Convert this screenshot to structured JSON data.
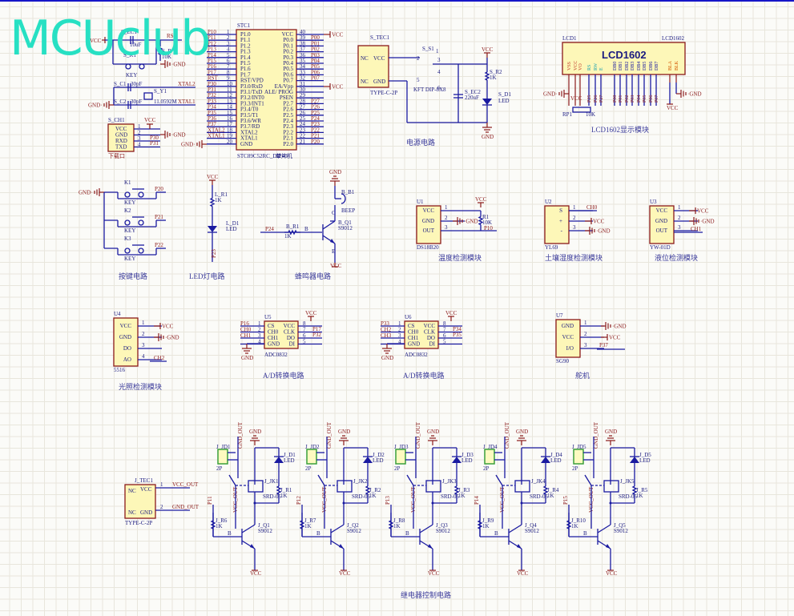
{
  "watermark": "MCUclub",
  "colors": {
    "wire": "#1a1aa0",
    "pin": "#8b1a1a",
    "component_fill": "#fdf7b8",
    "watermark": "#27e0c3"
  },
  "mcu": {
    "designator": "STC1",
    "part": "STC89C52RC_DIP40",
    "desc": "单片机",
    "left_pins": [
      {
        "num": "1",
        "name": "P1.0",
        "net": "P10"
      },
      {
        "num": "2",
        "name": "P1.1",
        "net": "P11"
      },
      {
        "num": "3",
        "name": "P1.2",
        "net": "P12"
      },
      {
        "num": "4",
        "name": "P1.3",
        "net": "P13"
      },
      {
        "num": "5",
        "name": "P1.4",
        "net": "P14"
      },
      {
        "num": "6",
        "name": "P1.5",
        "net": "P15"
      },
      {
        "num": "7",
        "name": "P1.6",
        "net": "P16"
      },
      {
        "num": "8",
        "name": "P1.7",
        "net": "P17"
      },
      {
        "num": "9",
        "name": "RST/VPD",
        "net": "RST"
      },
      {
        "num": "10",
        "name": "P3.0/RxD",
        "net": "P30"
      },
      {
        "num": "11",
        "name": "P3.1/TxD",
        "net": "P31"
      },
      {
        "num": "12",
        "name": "P3.2/INT0",
        "net": "P32"
      },
      {
        "num": "13",
        "name": "P3.3/INT1",
        "net": "P33"
      },
      {
        "num": "14",
        "name": "P3.4/T0",
        "net": "P34"
      },
      {
        "num": "15",
        "name": "P3.5/T1",
        "net": "P35"
      },
      {
        "num": "16",
        "name": "P3.6/WR",
        "net": "P36"
      },
      {
        "num": "17",
        "name": "P3.7/RD",
        "net": "P37"
      },
      {
        "num": "18",
        "name": "XTAL2",
        "net": "XTAL2"
      },
      {
        "num": "19",
        "name": "XTAL1",
        "net": "XTAL1"
      },
      {
        "num": "20",
        "name": "GND",
        "net": ""
      }
    ],
    "right_pins": [
      {
        "num": "40",
        "name": "VCC",
        "net": "VCC"
      },
      {
        "num": "39",
        "name": "P0.0",
        "net": "P00"
      },
      {
        "num": "38",
        "name": "P0.1",
        "net": "P01"
      },
      {
        "num": "37",
        "name": "P0.2",
        "net": "P02"
      },
      {
        "num": "36",
        "name": "P0.3",
        "net": "P03"
      },
      {
        "num": "35",
        "name": "P0.4",
        "net": "P04"
      },
      {
        "num": "34",
        "name": "P0.5",
        "net": "P05"
      },
      {
        "num": "33",
        "name": "P0.6",
        "net": "P06"
      },
      {
        "num": "32",
        "name": "P0.7",
        "net": "P07"
      },
      {
        "num": "31",
        "name": "EA/Vpp",
        "net": "VCC"
      },
      {
        "num": "30",
        "name": "ALE/ PROG",
        "net": ""
      },
      {
        "num": "29",
        "name": "PSEN",
        "net": ""
      },
      {
        "num": "28",
        "name": "P2.7",
        "net": "P27"
      },
      {
        "num": "27",
        "name": "P2.6",
        "net": "P26"
      },
      {
        "num": "26",
        "name": "P2.5",
        "net": "P25"
      },
      {
        "num": "25",
        "name": "P2.4",
        "net": "P24"
      },
      {
        "num": "24",
        "name": "P2.3",
        "net": "P23"
      },
      {
        "num": "23",
        "name": "P2.2",
        "net": "P22"
      },
      {
        "num": "22",
        "name": "P2.1",
        "net": "P21"
      },
      {
        "num": "21",
        "name": "P2.0",
        "net": "P20"
      }
    ]
  },
  "reset": {
    "vcc": "VCC",
    "cap": "S_EC1",
    "cap_val": "10uF",
    "key": "S_K1",
    "key_type": "KEY",
    "res": "S_R",
    "res_val": "10K",
    "net": "RST",
    "gnd": "GND"
  },
  "crystal": {
    "c1": "S_C1",
    "c1_val": "30pF",
    "c2": "S_C2",
    "c2_val": "30pF",
    "y": "S_Y1",
    "y_val": "11.0592M",
    "xtal2": "XTAL2",
    "xtal1": "XTAL1",
    "gnd": "GND"
  },
  "download": {
    "designator": "S_CH1",
    "label": "下载口",
    "pins": [
      "VCC",
      "GND",
      "RXD",
      "TXD"
    ],
    "nums": [
      "1",
      "2",
      "3",
      "4"
    ],
    "vcc": "VCC",
    "gnd": "GND",
    "p30": "P30",
    "p31": "P31"
  },
  "power": {
    "title": "电源电路",
    "usb": "S_TEC1",
    "usb_type": "TYPE-C-2P",
    "usb_pins": [
      "VCC",
      "GND"
    ],
    "nc": "NC",
    "switch": "S_S1",
    "switch_type": "KFT DIP-8X8",
    "switch_nums": [
      "1",
      "2",
      "3",
      "4",
      "5",
      "6"
    ],
    "cap": "S_EC2",
    "cap_val": "220uF",
    "res": "S_R2",
    "res_val": "1K",
    "led": "S_D1",
    "led_type": "LED",
    "vcc": "VCC",
    "gnd": "GND"
  },
  "lcd": {
    "designator": "LCD1",
    "part": "LCD1602",
    "title_in_box": "LCD1602",
    "title": "LCD1602显示模块",
    "pins": [
      "VSS",
      "VCC",
      "VO",
      "RS",
      "RW",
      "E",
      "DB0",
      "DB1",
      "DB2",
      "DB3",
      "DB4",
      "DB5",
      "DB6",
      "DB7",
      "BLA",
      "BLK"
    ],
    "nets": [
      "P25",
      "P26",
      "P27",
      "P00",
      "P01",
      "P02",
      "P03",
      "P04",
      "P05",
      "P06",
      "P07"
    ],
    "pot": "RP1",
    "pot_val": "10K",
    "gnd": "GND",
    "vcc": "VCC"
  },
  "keys": {
    "title": "按键电路",
    "gnd": "GND",
    "items": [
      {
        "name": "K1",
        "type": "KEY",
        "net": "P20"
      },
      {
        "name": "K2",
        "type": "KEY",
        "net": "P21"
      },
      {
        "name": "K3",
        "type": "KEY",
        "net": "P22"
      }
    ]
  },
  "led_circuit": {
    "title": "LED灯电路",
    "vcc": "VCC",
    "res": "L_R1",
    "res_val": "1K",
    "led": "L_D1",
    "led_type": "LED",
    "net": "P23"
  },
  "buzzer": {
    "title": "蜂鸣器电路",
    "gnd": "GND",
    "buzzer": "B_B1",
    "buzzer_type": "BEEP",
    "transistor": "B_Q1",
    "transistor_type": "S9012",
    "res": "B_R1",
    "res_val": "1K",
    "net": "P24",
    "vcc": "VCC",
    "b": "B",
    "c": "C",
    "e": "E"
  },
  "temp": {
    "title": "温度检测模块",
    "designator": "U1",
    "part": "DS18B20",
    "pins": [
      "VCC",
      "GND",
      "OUT"
    ],
    "res": "R1",
    "res_val": "10K",
    "vcc": "VCC",
    "gnd": "GND",
    "net": "P10"
  },
  "soil": {
    "title": "土壤湿度检测模块",
    "designator": "U2",
    "part": "YL69",
    "pins": [
      "S",
      "+",
      "-"
    ],
    "nets": [
      "CH0",
      "VCC",
      "GND"
    ]
  },
  "level": {
    "title": "液位检测模块",
    "designator": "U3",
    "part": "YW-01D",
    "pins": [
      "VCC",
      "GND",
      "OUT"
    ],
    "nets": [
      "VCC",
      "GND",
      "CH1"
    ]
  },
  "light": {
    "title": "光照检测模块",
    "designator": "U4",
    "part": "5516",
    "pins": [
      "VCC",
      "GND",
      "DO",
      "AO"
    ],
    "nets": [
      "VCC",
      "GND",
      "",
      "CH2"
    ]
  },
  "adc1": {
    "title": "A/D转换电路",
    "designator": "U5",
    "part": "ADC0832",
    "left": [
      "CS",
      "CH0",
      "CH1",
      "GND"
    ],
    "right": [
      "VCC",
      "CLK",
      "DO",
      "DI"
    ],
    "left_nets": [
      "P16",
      "CH0",
      "CH1",
      ""
    ],
    "right_nets": [
      "VCC",
      "P17",
      "P32"
    ],
    "gnd": "GND"
  },
  "adc2": {
    "title": "A/D转换电路",
    "designator": "U6",
    "part": "ADC0832",
    "left": [
      "CS",
      "CH0",
      "CH1",
      "GND"
    ],
    "right": [
      "VCC",
      "CLK",
      "DO",
      "DI"
    ],
    "left_nets": [
      "P33",
      "CH2",
      "CH3",
      ""
    ],
    "right_nets": [
      "VCC",
      "P34",
      "P35"
    ],
    "gnd": "GND"
  },
  "servo": {
    "title": "舵机",
    "designator": "U7",
    "part": "SG90",
    "pins": [
      "GND",
      "VCC",
      "I/O"
    ],
    "nets": [
      "GND",
      "VCC",
      "P37"
    ]
  },
  "relay": {
    "title": "继电器控制电路",
    "usb": "J_TEC1",
    "usb_type": "TYPE-C-2P",
    "usb_pins": [
      "VCC",
      "GND"
    ],
    "usb_nets": [
      "VCC_OUT",
      "GND_OUT"
    ],
    "channels": [
      {
        "jd": "J_JD1",
        "led": "J_D1",
        "jk": "J_JK1",
        "r": "J_R1",
        "rb": "J_R6",
        "q": "J_Q1",
        "net": "P11"
      },
      {
        "jd": "J_JD2",
        "led": "J_D2",
        "jk": "J_JK2",
        "r": "J_R2",
        "rb": "J_R7",
        "q": "J_Q2",
        "net": "P12"
      },
      {
        "jd": "J_JD3",
        "led": "J_D3",
        "jk": "J_JK3",
        "r": "J_R3",
        "rb": "J_R8",
        "q": "J_Q3",
        "net": "P13"
      },
      {
        "jd": "J_JD4",
        "led": "J_D4",
        "jk": "J_JK4",
        "r": "J_R4",
        "rb": "J_R9",
        "q": "J_Q4",
        "net": "P14"
      },
      {
        "jd": "J_JD5",
        "led": "J_D5",
        "jk": "J_JK5",
        "r": "J_R5",
        "rb": "J_R10",
        "q": "J_Q5",
        "net": "P15"
      }
    ],
    "common": {
      "jd_type": "2P",
      "relay_type": "SRD-05",
      "res_val": "1K",
      "led_type": "LED",
      "q_type": "S9012",
      "gnd": "GND",
      "vcc": "VCC",
      "gnd_out": "GND_OUT",
      "vcc_out": "VCC_OUT"
    }
  }
}
